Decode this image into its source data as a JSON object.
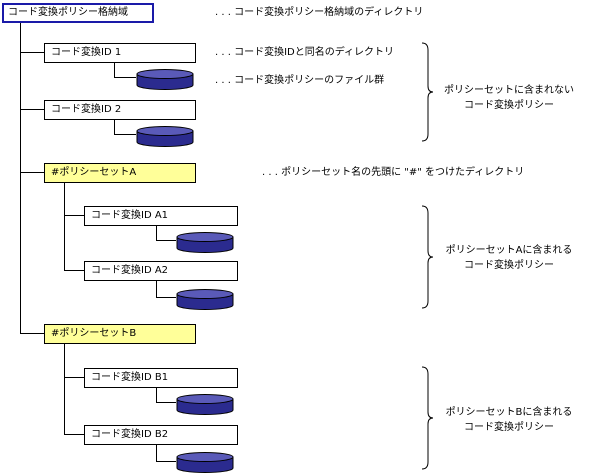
{
  "root": {
    "label": "コード変換ポリシー格納域"
  },
  "ungrouped": [
    {
      "label": "コード変換ID 1"
    },
    {
      "label": "コード変換ID 2"
    }
  ],
  "sets": [
    {
      "label": "#ポリシーセットA",
      "items": [
        {
          "label": "コード変換ID A1"
        },
        {
          "label": "コード変換ID A2"
        }
      ]
    },
    {
      "label": "#ポリシーセットB",
      "items": [
        {
          "label": "コード変換ID B1"
        },
        {
          "label": "コード変換ID B2"
        }
      ]
    }
  ],
  "notes": {
    "root": ". . . コード変換ポリシー格納域のディレクトリ",
    "id_dir": ". . . コード変換IDと同名のディレクトリ",
    "files": ". . . コード変換ポリシーのファイル群",
    "set_dir": ". . . ポリシーセット名の先頭に \"#\" をつけたディレクトリ"
  },
  "groups": [
    {
      "line1": "ポリシーセットに含まれない",
      "line2": "コード変換ポリシー"
    },
    {
      "line1": "ポリシーセットAに含まれる",
      "line2": "コード変換ポリシー"
    },
    {
      "line1": "ポリシーセットBに含まれる",
      "line2": "コード変換ポリシー"
    }
  ],
  "colors": {
    "root_border": "#1a1aa8",
    "set_fill": "#ffff99",
    "db_fill": "#2b2b8f",
    "db_top": "#5a5ab8"
  }
}
